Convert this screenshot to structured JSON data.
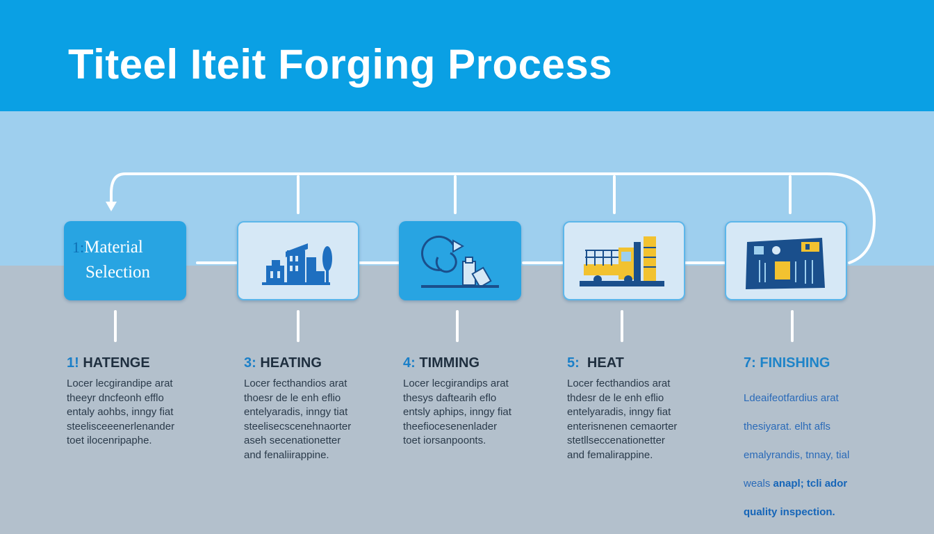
{
  "title": "Titeel Iteit Forging Process",
  "colors": {
    "header": "#0aa0e4",
    "band": "#9ecfee",
    "lower": "#b3c0cc",
    "card_dark": "#28a4e2",
    "card_light": "#d6e8f6",
    "connector": "#ffffff",
    "accent_yellow": "#f2c230",
    "icon_navy": "#1a4f8c"
  },
  "cards": [
    {
      "style": "dark",
      "number": "1:",
      "label_line1": "Material",
      "label_line2": "Selection",
      "icon": ""
    },
    {
      "style": "light",
      "icon": "factory-buildings-icon"
    },
    {
      "style": "dark",
      "icon": "cycle-arrow-machine-icon"
    },
    {
      "style": "light",
      "icon": "forklift-press-icon"
    },
    {
      "style": "light",
      "icon": "inspection-panel-icon"
    }
  ],
  "steps": [
    {
      "number": "1!",
      "title": "HATENGE",
      "desc": "Locer lecgirandipe arat\ntheeyr dncfeonh efflo\nentaly aohbs, inngy fiat\nsteelisceeenerlenander\ntoet ilocenripaphe."
    },
    {
      "number": "3:",
      "title": "HEATING",
      "desc": "Locer fecthandios arat\nthoesr de le enh eflio\nentelyaradis, inngy tiat\nsteelisecscenehnaorter\naseh secenationetter\nand fenaliirappine."
    },
    {
      "number": "4:",
      "title": "TIMMING",
      "desc": "Locer lecgirandips arat\nthesys daftearih eflo\nentsly aphips, inngy fiat\ntheefiocesenenlader\ntoet iorsanpoonts."
    },
    {
      "number": "5:",
      "title": "HEAT",
      "desc": "Locer fecthandios arat\nthdesr de le enh eflio\nentelyaradis, inngy fiat\nenterisnenen cemaorter\nstetllseccenationetter\nand femalirappine."
    },
    {
      "number": "7:",
      "title": "FINISHING",
      "desc_lines": [
        "Ldeaifeotfardius arat",
        "thesiyarat. elht afls",
        "emalyrandis, tnnay, tial"
      ],
      "desc_mixed_a": "weals ",
      "desc_mixed_b": "anapl; tcli ador",
      "desc_last": "quality inspection."
    }
  ]
}
